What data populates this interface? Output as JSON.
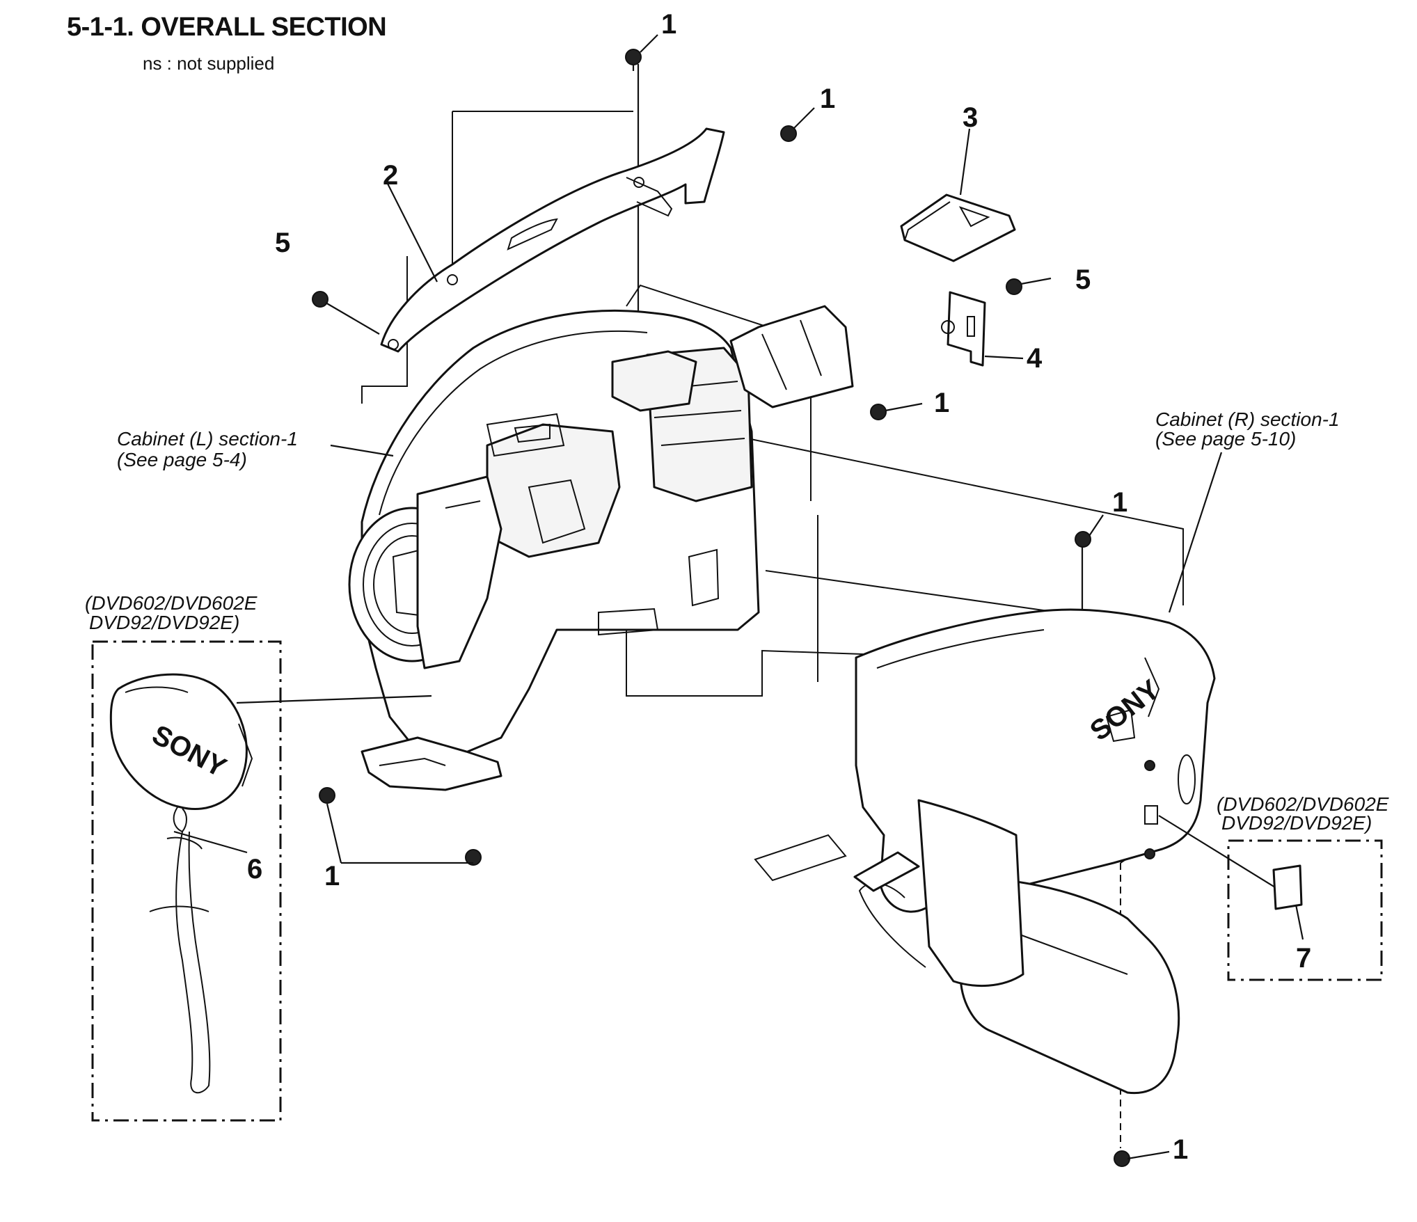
{
  "title": "5-1-1. OVERALL SECTION",
  "subtitle": "ns : not supplied",
  "notes": {
    "cabinet_l_line1": "Cabinet (L) section-1",
    "cabinet_l_line2": "(See page 5-4)",
    "cabinet_r_line1": "Cabinet (R) section-1",
    "cabinet_r_line2": "(See page 5-10)",
    "model_left_line1": "(DVD602/DVD602E",
    "model_left_line2": "DVD92/DVD92E)",
    "model_right_line1": "(DVD602/DVD602E",
    "model_right_line2": "DVD92/DVD92E)"
  },
  "brand_marks": {
    "lens_cap": "SONY",
    "body": "SONY"
  },
  "callouts": {
    "screw_top": "1",
    "screw_handle_front": "1",
    "part_handle": "2",
    "part_shoe_cover": "3",
    "screw_left_handle": "5",
    "screw_right_bracket": "5",
    "part_bracket": "4",
    "screw_right_body": "1",
    "screw_right_top": "1",
    "part_lens_cap": "6",
    "screw_bottom_left": "1",
    "part_label": "7",
    "screw_bottom_right": "1"
  }
}
